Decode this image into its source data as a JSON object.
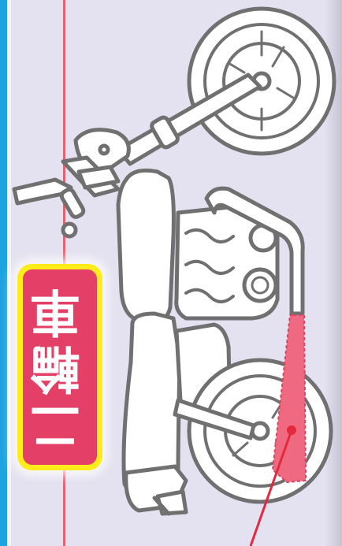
{
  "badge": {
    "text": "二輪車"
  },
  "colors": {
    "background": "#e4e1f0",
    "left_edge": "#1ea2e0",
    "red_rule": "#e36272",
    "badge_border": "#ffec1a",
    "badge_fill": "#e43f66",
    "badge_text": "#ffffff",
    "highlight_part": "#ef6a80",
    "pointer_line": "#e4283e",
    "outline": "#707070"
  },
  "icons": [
    "motorcycle-illustration",
    "highlight-marker",
    "pointer-line"
  ]
}
